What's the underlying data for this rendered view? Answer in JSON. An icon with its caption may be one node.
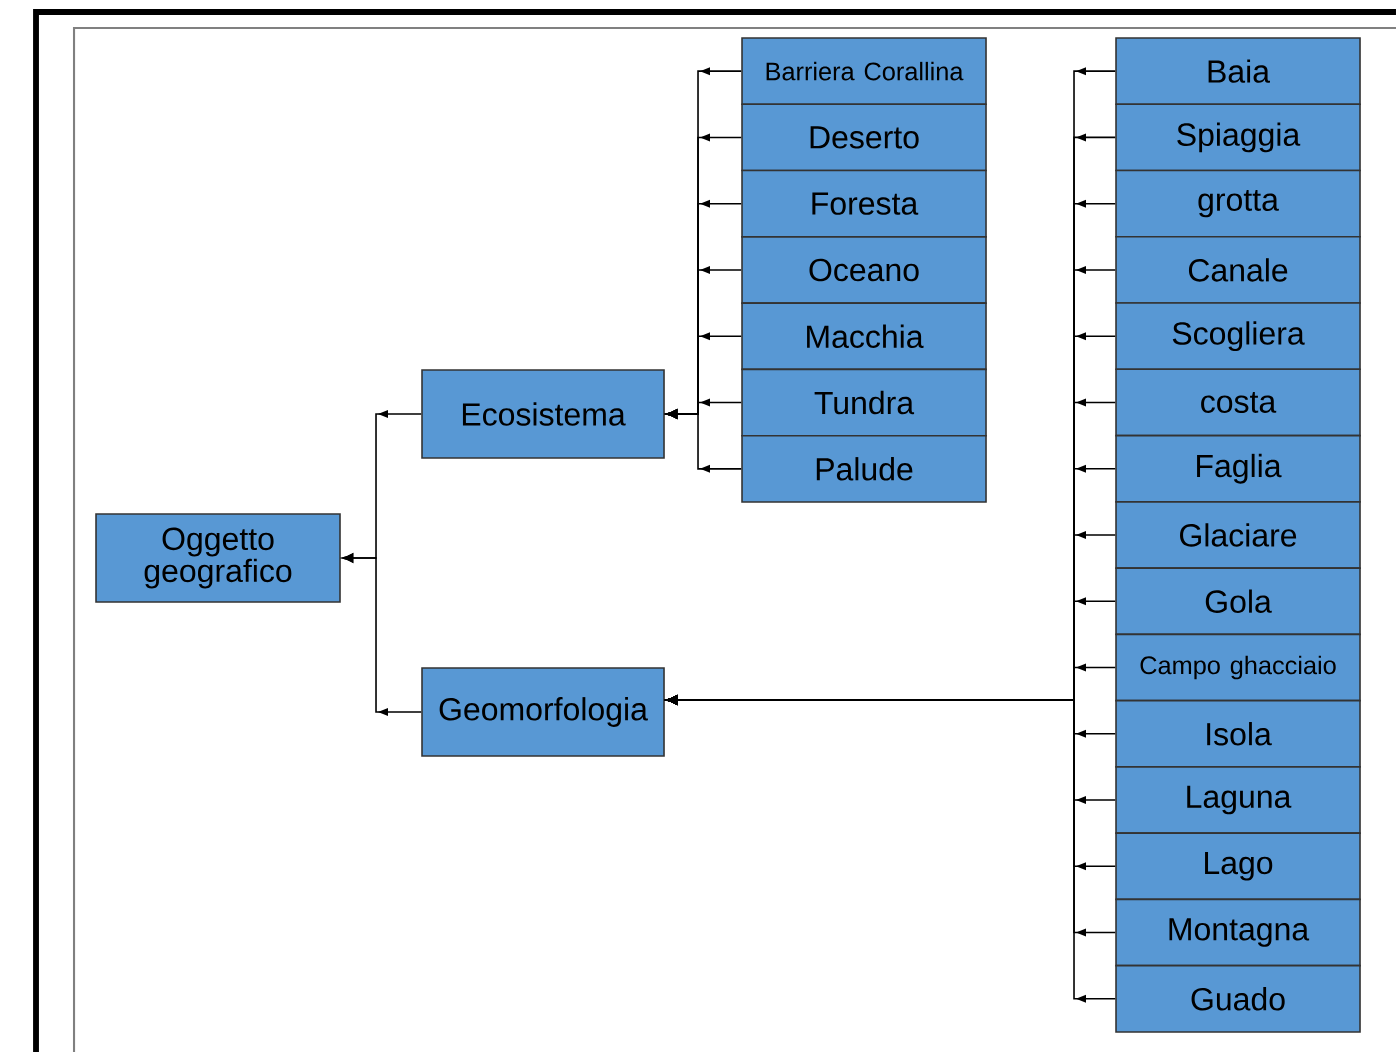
{
  "diagram": {
    "nodes": [
      {
        "text": [
          "Oggetto geografico"
        ]
      },
      {
        "text": [
          "Ecosistema"
        ]
      },
      {
        "text": [
          "Geomorfologia"
        ]
      },
      {
        "text": [
          "Barriera Corallina"
        ]
      },
      {
        "text": [
          "Deserto"
        ]
      },
      {
        "text": [
          "Foresta"
        ]
      },
      {
        "text": [
          "Oceano"
        ]
      },
      {
        "text": [
          "Macchia"
        ]
      },
      {
        "text": [
          "Tundra"
        ]
      },
      {
        "text": [
          "Palude"
        ]
      },
      {
        "text": [
          "Baia"
        ]
      },
      {
        "text": [
          "Spiaggia"
        ]
      },
      {
        "text": [
          "grotta"
        ]
      },
      {
        "text": [
          "Canale"
        ]
      },
      {
        "text": [
          "Scogliera"
        ]
      },
      {
        "text": [
          "costa"
        ]
      },
      {
        "text": [
          "Faglia"
        ]
      },
      {
        "text": [
          "Glaciare"
        ]
      },
      {
        "text": [
          "Gola"
        ]
      },
      {
        "text": [
          "Campo ghacciaio"
        ]
      },
      {
        "text": [
          "Isola"
        ]
      },
      {
        "text": [
          "Laguna"
        ]
      },
      {
        "text": [
          "Lago"
        ]
      },
      {
        "text": [
          "Montagna"
        ]
      },
      {
        "text": [
          "Guado"
        ]
      }
    ],
    "edges": [
      {
        "from": 1,
        "to": 0,
        "arrow": "to"
      },
      {
        "from": 2,
        "to": 0,
        "arrow": "to"
      },
      {
        "from": 3,
        "to": 1,
        "arrow": "to"
      },
      {
        "from": 4,
        "to": 1,
        "arrow": "to"
      },
      {
        "from": 5,
        "to": 1,
        "arrow": "to"
      },
      {
        "from": 6,
        "to": 1,
        "arrow": "to"
      },
      {
        "from": 7,
        "to": 1,
        "arrow": "to"
      },
      {
        "from": 8,
        "to": 1,
        "arrow": "to"
      },
      {
        "from": 9,
        "to": 1,
        "arrow": "to"
      },
      {
        "from": 10,
        "to": 2,
        "arrow": "to"
      },
      {
        "from": 11,
        "to": 2,
        "arrow": "to"
      },
      {
        "from": 12,
        "to": 2,
        "arrow": "to"
      },
      {
        "from": 13,
        "to": 2,
        "arrow": "to"
      },
      {
        "from": 14,
        "to": 2,
        "arrow": "to"
      },
      {
        "from": 15,
        "to": 2,
        "arrow": "to"
      },
      {
        "from": 16,
        "to": 2,
        "arrow": "to"
      },
      {
        "from": 17,
        "to": 2,
        "arrow": "to"
      },
      {
        "from": 18,
        "to": 2,
        "arrow": "to"
      },
      {
        "from": 19,
        "to": 2,
        "arrow": "to"
      },
      {
        "from": 20,
        "to": 2,
        "arrow": "to"
      },
      {
        "from": 21,
        "to": 2,
        "arrow": "to"
      },
      {
        "from": 22,
        "to": 2,
        "arrow": "to"
      },
      {
        "from": 23,
        "to": 2,
        "arrow": "to"
      },
      {
        "from": 24,
        "to": 2,
        "arrow": "to"
      }
    ]
  }
}
